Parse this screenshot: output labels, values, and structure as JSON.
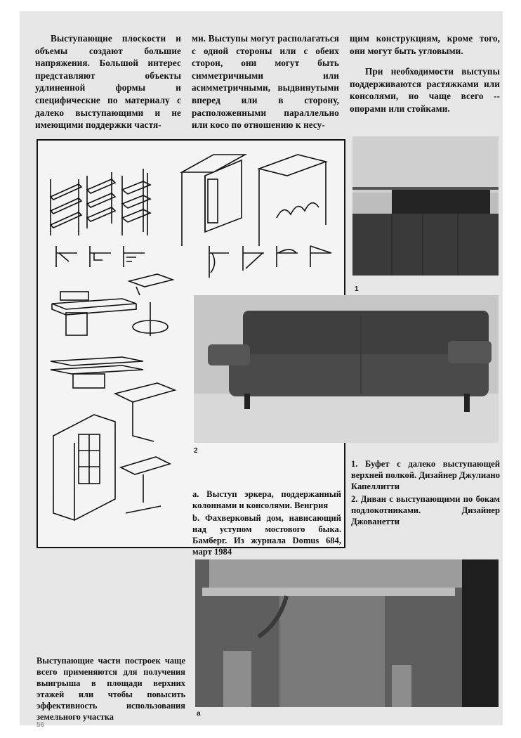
{
  "columns": {
    "col1": "Выступающие плоскости и объемы создают большие напряжения. Большой интерес представляют объекты удлиненной формы и специфические по материалу с далеко выступающими и не имеющими поддержки частя-",
    "col2": "ми. Выступы могут располагаться с одной стороны или с обеих сторон, они могут быть симметричными или асимметричными, выдвинутыми вперед или в сторону, расположенными параллельно или косо по отношению к несу-",
    "col3a": "щим конструкциям, кроме того, они могут быть угловыми.",
    "col3b": "При необходимости выступы поддерживаются растяжками или консолями, но чаще всего -- опорами или стойками."
  },
  "figures": {
    "num1": "1",
    "num2": "2",
    "num_a": "a"
  },
  "captions": {
    "cap1": "1. Буфет с далеко выступающей верхней полкой. Дизайнер Джулиано Капеллитти",
    "cap2": "2. Диван с выступающими по бокам подлокотниками. Дизайнер Джованетти",
    "capa": "a. Выступ эркера, поддержанный колоннами и консолями. Венгрия",
    "capb": "b. Фахверковый дом, нависающий над уступом мостового быка. Бамберг. Из журнала Domus 684, март 1984",
    "bottom": "Выступающие части построек чаще всего применяются для получения выигрыша в площади верхних этажей или чтобы повысить эффективность использования земельного участка"
  },
  "page_number": "56"
}
